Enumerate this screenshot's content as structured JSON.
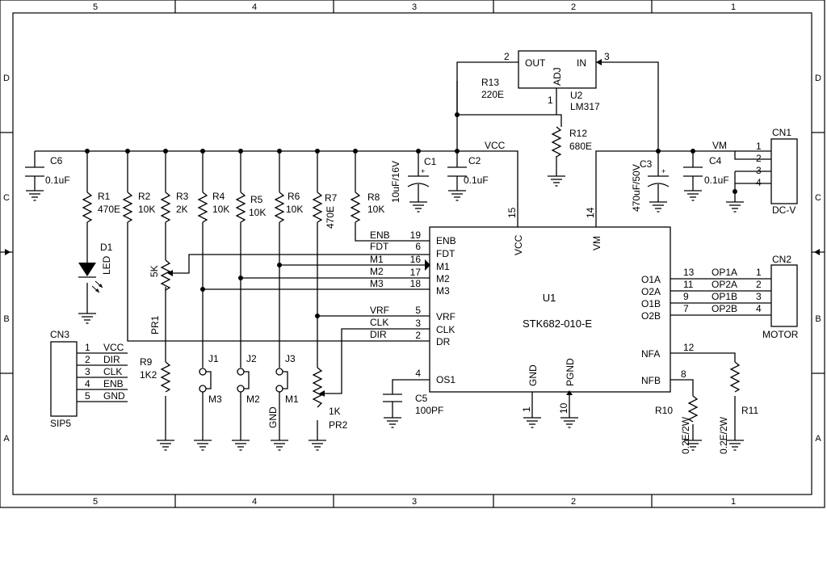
{
  "border": {
    "columns": [
      "5",
      "4",
      "3",
      "2",
      "1"
    ],
    "rows": [
      "D",
      "C",
      "B",
      "A"
    ]
  },
  "ic": {
    "u1": {
      "ref": "U1",
      "value": "STK682-010-E",
      "pins_left": [
        {
          "num": "19",
          "name": "ENB",
          "net": "ENB"
        },
        {
          "num": "6",
          "name": "FDT",
          "net": "FDT"
        },
        {
          "num": "16",
          "name": "M1",
          "net": "M1"
        },
        {
          "num": "17",
          "name": "M2",
          "net": "M2"
        },
        {
          "num": "18",
          "name": "M3",
          "net": "M3"
        },
        {
          "num": "5",
          "name": "VRF",
          "net": "VRF"
        },
        {
          "num": "3",
          "name": "CLK",
          "net": "CLK"
        },
        {
          "num": "2",
          "name": "DR",
          "net": "DIR"
        },
        {
          "num": "4",
          "name": "OS1"
        }
      ],
      "pins_right": [
        {
          "num": "13",
          "name": "O1A",
          "net": "OP1A"
        },
        {
          "num": "11",
          "name": "O2A",
          "net": "OP2A"
        },
        {
          "num": "9",
          "name": "O1B",
          "net": "OP1B"
        },
        {
          "num": "7",
          "name": "O2B",
          "net": "OP2B"
        },
        {
          "num": "12",
          "name": "NFA"
        },
        {
          "num": "8",
          "name": "NFB"
        }
      ],
      "pins_top": [
        {
          "num": "15",
          "name": "VCC"
        },
        {
          "num": "14",
          "name": "VM"
        }
      ],
      "pins_bottom": [
        {
          "num": "1",
          "name": "GND"
        },
        {
          "num": "10",
          "name": "PGND"
        }
      ]
    },
    "u2": {
      "ref": "U2",
      "value": "LM317",
      "pin_out": "OUT",
      "pin_in": "IN",
      "pin_adj": "ADJ",
      "num_out": "2",
      "num_in": "3",
      "num_adj": "1"
    }
  },
  "components": {
    "c6": {
      "ref": "C6",
      "value": "0.1uF"
    },
    "c1": {
      "ref": "C1",
      "value": "10uF/16V",
      "pol": "+"
    },
    "c2": {
      "ref": "C2",
      "value": "0.1uF"
    },
    "c3": {
      "ref": "C3",
      "value": "470uF/50V",
      "pol": "+"
    },
    "c4": {
      "ref": "C4",
      "value": "0.1uF"
    },
    "c5": {
      "ref": "C5",
      "value": "100PF"
    },
    "r1": {
      "ref": "R1",
      "value": "470E"
    },
    "r2": {
      "ref": "R2",
      "value": "10K"
    },
    "r3": {
      "ref": "R3",
      "value": "2K"
    },
    "r4": {
      "ref": "R4",
      "value": "10K"
    },
    "r5": {
      "ref": "R5",
      "value": "10K"
    },
    "r6": {
      "ref": "R6",
      "value": "10K"
    },
    "r7": {
      "ref": "R7",
      "value": "470E"
    },
    "r8": {
      "ref": "R8",
      "value": "10K"
    },
    "r9": {
      "ref": "R9",
      "value": "1K2"
    },
    "r10": {
      "ref": "R10",
      "value": "0.2E/2W"
    },
    "r11": {
      "ref": "R11",
      "value": "0.2E/2W"
    },
    "r12": {
      "ref": "R12",
      "value": "680E"
    },
    "r13": {
      "ref": "R13",
      "value": "220E"
    },
    "pr1": {
      "ref": "PR1",
      "value": "5K"
    },
    "pr2": {
      "ref": "PR2",
      "value": "1K"
    },
    "d1": {
      "ref": "D1",
      "value": "LED"
    },
    "j1": {
      "ref": "J1",
      "label": "M3"
    },
    "j2": {
      "ref": "J2",
      "label": "M2"
    },
    "j3": {
      "ref": "J3",
      "label": "M1",
      "gnd_label": "GND"
    }
  },
  "connectors": {
    "cn1": {
      "ref": "CN1",
      "value": "DC-V",
      "pins": [
        "1",
        "2",
        "3",
        "4"
      ]
    },
    "cn2": {
      "ref": "CN2",
      "value": "MOTOR",
      "pins": [
        "1",
        "2",
        "3",
        "4"
      ]
    },
    "cn3": {
      "ref": "CN3",
      "value": "SIP5",
      "pins": [
        {
          "num": "1",
          "net": "VCC"
        },
        {
          "num": "2",
          "net": "DIR"
        },
        {
          "num": "3",
          "net": "CLK"
        },
        {
          "num": "4",
          "net": "ENB"
        },
        {
          "num": "5",
          "net": "GND"
        }
      ]
    }
  },
  "nets": {
    "vcc": "VCC",
    "vm": "VM"
  }
}
